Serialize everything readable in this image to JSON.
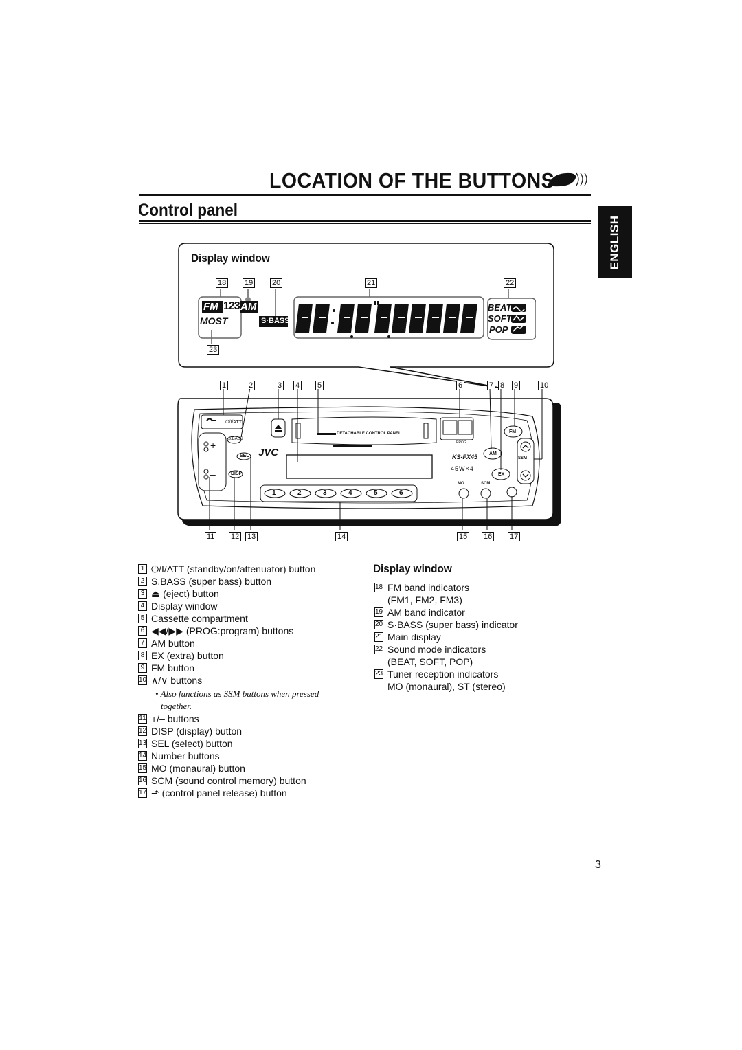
{
  "header": {
    "title": "LOCATION OF THE BUTTONS",
    "section": "Control panel",
    "language_tab": "ENGLISH"
  },
  "display_diagram": {
    "heading": "Display window",
    "callouts_top": [
      "18",
      "19",
      "20",
      "21",
      "22"
    ],
    "callout_bottom": "23",
    "lcd": {
      "fm": "FM",
      "fm_numbers": "123",
      "am": "AM",
      "most": "MOST",
      "sbass": "S·BASS",
      "modes": [
        "BEAT",
        "SOFT",
        "POP"
      ]
    }
  },
  "unit_diagram": {
    "callouts_top": [
      "1",
      "2",
      "3",
      "4",
      "5",
      "6",
      "7",
      "8",
      "9",
      "10"
    ],
    "callouts_bottom": [
      "11",
      "12",
      "13",
      "14",
      "15",
      "16",
      "17"
    ],
    "labels": {
      "att": "⏻/I/ATT",
      "sbass": "S.BASS",
      "sel": "SEL",
      "disp": "DISP",
      "brand": "JVC",
      "panel_text": "DETACHABLE CONTROL PANEL",
      "model": "KS-FX45",
      "power": "45W×4",
      "prog": "PROG",
      "fm": "FM",
      "am": "AM",
      "ex": "EX",
      "ssm": "SSM",
      "mo": "MO",
      "scm": "SCM",
      "plus": "+",
      "minus": "–",
      "presets": [
        "1",
        "2",
        "3",
        "4",
        "5",
        "6"
      ]
    }
  },
  "button_list": [
    {
      "n": "1",
      "text": "⏻/I/ATT  (standby/on/attenuator) button"
    },
    {
      "n": "2",
      "text": "S.BASS (super bass) button"
    },
    {
      "n": "3",
      "text": "⏏ (eject) button"
    },
    {
      "n": "4",
      "text": "Display window"
    },
    {
      "n": "5",
      "text": "Cassette compartment"
    },
    {
      "n": "6",
      "text": "◀◀/▶▶ (PROG:program) buttons"
    },
    {
      "n": "7",
      "text": "AM button"
    },
    {
      "n": "8",
      "text": "EX (extra) button"
    },
    {
      "n": "9",
      "text": "FM button"
    },
    {
      "n": "10",
      "text": "∧/∨ buttons"
    },
    {
      "n": "11",
      "text": "+/– buttons"
    },
    {
      "n": "12",
      "text": "DISP (display) button"
    },
    {
      "n": "13",
      "text": "SEL (select) button"
    },
    {
      "n": "14",
      "text": "Number buttons"
    },
    {
      "n": "15",
      "text": "MO (monaural) button"
    },
    {
      "n": "16",
      "text": "SCM (sound control memory) button"
    },
    {
      "n": "17",
      "text": "⬏ (control panel release) button"
    }
  ],
  "note_line1": "• Also functions as SSM buttons when pressed",
  "note_line2": "together.",
  "display_window_list": {
    "heading": "Display window",
    "items": [
      {
        "n": "18",
        "text": "FM band indicators",
        "text2": "(FM1, FM2, FM3)"
      },
      {
        "n": "19",
        "text": "AM band indicator"
      },
      {
        "n": "20",
        "text": "S·BASS (super bass) indicator"
      },
      {
        "n": "21",
        "text": "Main display"
      },
      {
        "n": "22",
        "text": "Sound mode indicators",
        "text2": "(BEAT, SOFT, POP)"
      },
      {
        "n": "23",
        "text": "Tuner reception indicators",
        "text2": "MO (monaural), ST (stereo)"
      }
    ]
  },
  "page_number": "3"
}
